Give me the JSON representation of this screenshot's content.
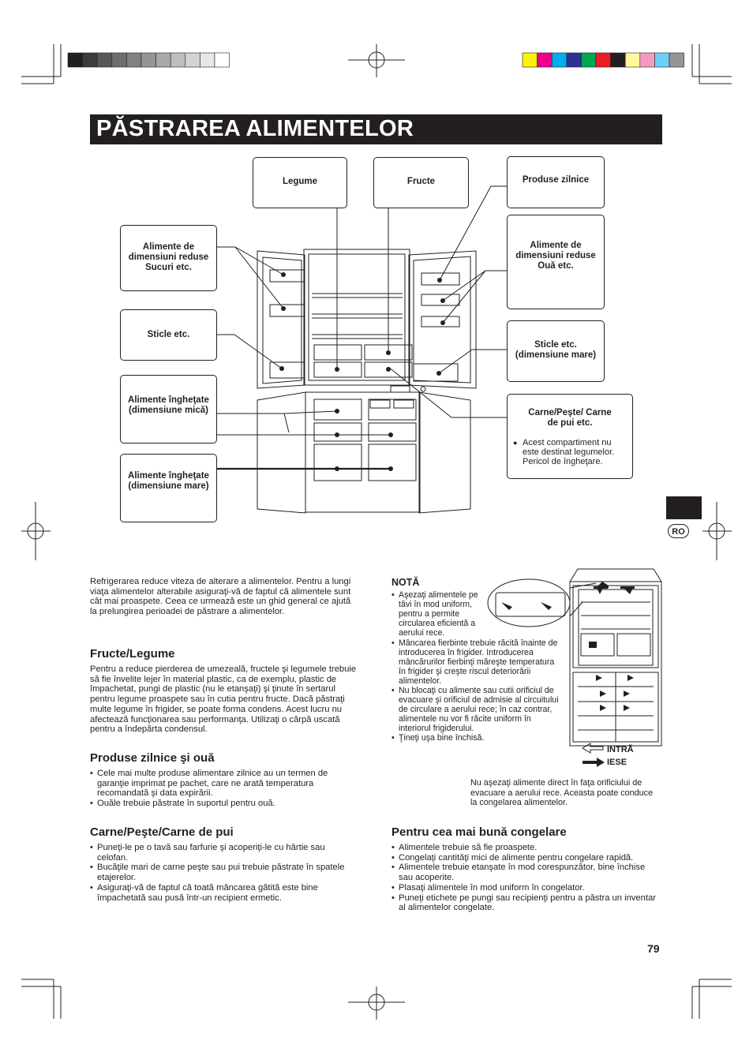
{
  "title": "PĂSTRAREA ALIMENTELOR",
  "color_bar_gray": [
    "#231f20",
    "#3d3b3c",
    "#58585a",
    "#6d6e70",
    "#808184",
    "#939598",
    "#a7a9ac",
    "#bcbec0",
    "#d1d3d4",
    "#e6e7e8",
    "#ffffff"
  ],
  "color_bar_color": [
    "#fff200",
    "#ec008c",
    "#00aeef",
    "#2e3192",
    "#00a651",
    "#ed1c24",
    "#231f20",
    "#fff799",
    "#f49ac1",
    "#6dcff6",
    "#939598"
  ],
  "callouts": {
    "legume": "Legume",
    "fructe": "Fructe",
    "produse_zilnice": "Produse zilnice",
    "alimente_mici_left": "Alimente de dimensiuni reduse Sucuri etc.",
    "alimente_mici_right": "Alimente de dimensiuni reduse Ouă etc.",
    "sticle": "Sticle etc.",
    "sticle_mare": "Sticle etc. (dimensiune mare)",
    "inghetate_mica": "Alimente îngheţate (dimensiune mică)",
    "inghetate_mare": "Alimente îngheţate (dimensiune mare)",
    "carne": "Carne/Peşte/ Carne de pui etc.",
    "carne_note": "Acest compartiment nu este destinat legumelor. Pericol de îngheţare."
  },
  "lang_badge": "RO",
  "intro": "Refrigerarea reduce viteza de alterare a alimentelor. Pentru a lungi viaţa alimentelor alterabile asiguraţi-vă de faptul că alimentele sunt cât mai proaspete. Ceea ce urmează este un ghid general ce ajută la prelungirea perioadei de păstrare a alimentelor.",
  "fructe_legume": {
    "heading": "Fructe/Legume",
    "text": "Pentru a reduce pierderea de umezeală, fructele şi legumele trebuie să fie învelite lejer în material plastic, ca de exemplu, plastic de împachetat, pungi de plastic (nu le etanşaţi) şi ţinute în sertarul pentru legume proaspete sau în cutia pentru fructe. Dacă păstraţi multe legume în frigider, se poate forma condens. Acest lucru nu afectează funcţionarea sau performanţa. Utilizaţi o cârpă uscată pentru a îndepărta condensul."
  },
  "produse_zilnice": {
    "heading": "Produse zilnice şi ouă",
    "items": [
      "Cele mai multe produse alimentare zilnice au un termen de garanţie imprimat pe pachet, care ne arată temperatura recomandată şi data expirării.",
      "Ouăle trebuie păstrate în suportul pentru ouă."
    ]
  },
  "carne_section": {
    "heading": "Carne/Peşte/Carne de pui",
    "items": [
      "Puneţi-le pe o tavă sau farfurie şi acoperiţi-le cu hârtie sau celofan.",
      "Bucăţile mari de carne peşte sau pui trebuie păstrate în spatele etajerelor.",
      "Asiguraţi-vă de faptul că toată mâncarea gătită este bine împachetată sau pusă într-un recipient ermetic."
    ]
  },
  "nota": {
    "heading": "NOTĂ",
    "items": [
      "Aşezaţi alimentele pe tăvi în mod uniform, pentru a permite circularea eficientă a aerului rece.",
      "Mâncarea fierbinte trebuie răcită înainte de introducerea în frigider. Introducerea mâncărurilor fierbinţi măreşte temperatura în frigider şi creşte riscul deteriorării alimentelor.",
      "Nu blocaţi cu alimente sau cutii orificiul de evacuare şi orificiul de admisie al circuitului de circulare a aerului rece; în caz contrar, alimentele nu vor fi răcite uniform în interiorul frigiderului.",
      "Ţineţi uşa bine închisă."
    ]
  },
  "legend": {
    "in": "INTRĂ",
    "out": "IESE"
  },
  "vent_warning": "Nu aşezaţi alimente direct în faţa orificiului de evacuare a aerului rece. Aceasta poate conduce la congelarea alimentelor.",
  "congelare": {
    "heading": "Pentru cea mai bună congelare",
    "items": [
      "Alimentele trebuie să fie proaspete.",
      "Congelaţi cantităţi mici de alimente pentru congelare rapidă.",
      "Alimentele trebuie etanşate în mod corespunzător, bine închise sau acoperite.",
      "Plasaţi alimentele în mod uniform în congelator.",
      "Puneţi etichete pe pungi sau recipienţi pentru a păstra un inventar al alimentelor congelate."
    ]
  },
  "page_number": "79"
}
